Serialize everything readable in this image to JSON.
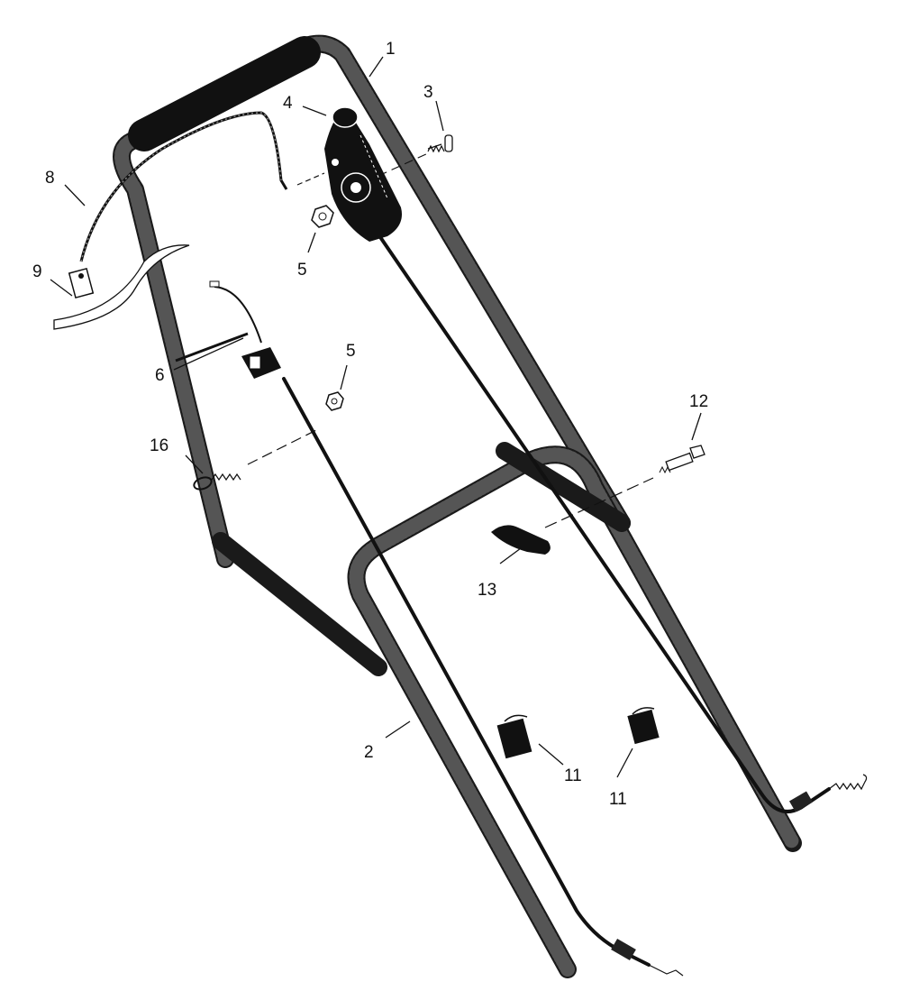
{
  "diagram": {
    "callouts": [
      {
        "id": "c1",
        "label": "1"
      },
      {
        "id": "c2",
        "label": "2"
      },
      {
        "id": "c3",
        "label": "3"
      },
      {
        "id": "c4",
        "label": "4"
      },
      {
        "id": "c5a",
        "label": "5"
      },
      {
        "id": "c5b",
        "label": "5"
      },
      {
        "id": "c6",
        "label": "6"
      },
      {
        "id": "c8",
        "label": "8"
      },
      {
        "id": "c9",
        "label": "9"
      },
      {
        "id": "c11a",
        "label": "11"
      },
      {
        "id": "c11b",
        "label": "11"
      },
      {
        "id": "c12",
        "label": "12"
      },
      {
        "id": "c13",
        "label": "13"
      },
      {
        "id": "c16",
        "label": "16"
      }
    ],
    "parts": {
      "upper_handle": "upper-handle-tube",
      "lower_handle": "lower-handle-tube",
      "grip": "handle-grip",
      "control_lever": "blade-control-lever",
      "throttle_control": "throttle-control",
      "drive_cable": "drive-cable",
      "throttle_cable": "throttle-cable",
      "cable_ties": "cable-ties",
      "knob": "handle-knob",
      "eye_bolt": "eye-bolt"
    }
  }
}
